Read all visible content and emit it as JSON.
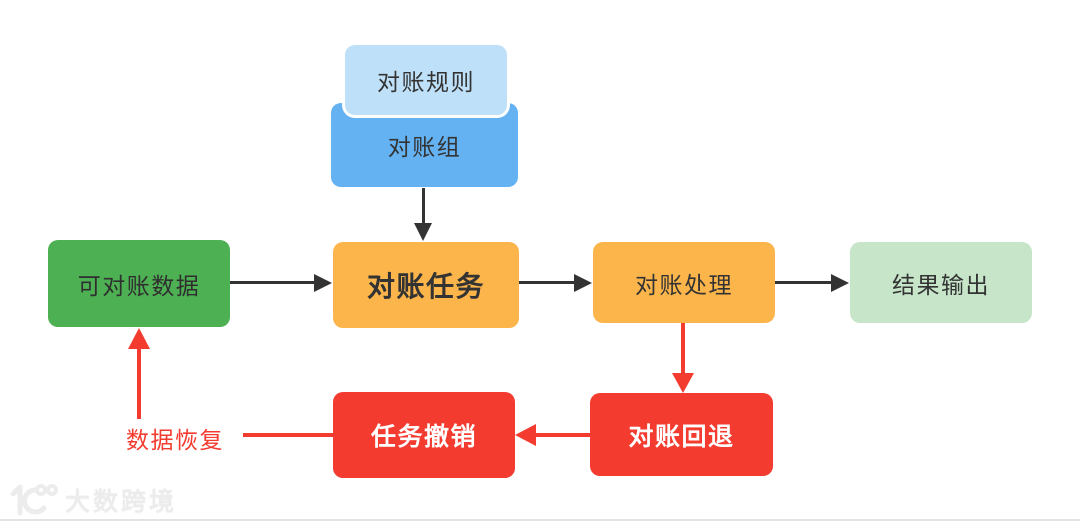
{
  "diagram": {
    "type": "flowchart",
    "background": "#FFFFFF",
    "nodes": {
      "rule": {
        "label": "对账规则",
        "bg": "#BEE0F8",
        "fg": "#333333"
      },
      "group": {
        "label": "对账组",
        "bg": "#64B2F2",
        "fg": "#333333"
      },
      "source": {
        "label": "可对账数据",
        "bg": "#4DB052",
        "fg": "#2F2F2F"
      },
      "task": {
        "label": "对账任务",
        "bg": "#FCB54B",
        "fg": "#333333"
      },
      "process": {
        "label": "对账处理",
        "bg": "#FCB54B",
        "fg": "#333333"
      },
      "output": {
        "label": "结果输出",
        "bg": "#C6E5C9",
        "fg": "#333333"
      },
      "cancel": {
        "label": "任务撤销",
        "bg": "#F43B2F",
        "fg": "#FFFFFF"
      },
      "rollback": {
        "label": "对账回退",
        "bg": "#F43B2F",
        "fg": "#FFFFFF"
      }
    },
    "floating_labels": {
      "recover": {
        "label": "数据恢复",
        "fg": "#F43B2F"
      }
    },
    "edges": [
      {
        "from": "对账组",
        "to": "对账任务",
        "color": "#333333",
        "direction": "down"
      },
      {
        "from": "可对账数据",
        "to": "对账任务",
        "color": "#333333",
        "direction": "right"
      },
      {
        "from": "对账任务",
        "to": "对账处理",
        "color": "#333333",
        "direction": "right"
      },
      {
        "from": "对账处理",
        "to": "结果输出",
        "color": "#333333",
        "direction": "right"
      },
      {
        "from": "对账处理",
        "to": "对账回退",
        "color": "#F43B2F",
        "direction": "down"
      },
      {
        "from": "对账回退",
        "to": "任务撤销",
        "color": "#F43B2F",
        "direction": "left"
      },
      {
        "from": "任务撤销",
        "to": "数据恢复",
        "color": "#F43B2F",
        "direction": "left"
      },
      {
        "from": "数据恢复",
        "to": "可对账数据",
        "color": "#F43B2F",
        "direction": "up"
      }
    ],
    "watermark": {
      "text": "大数跨境",
      "color": "#ECECEC"
    }
  }
}
